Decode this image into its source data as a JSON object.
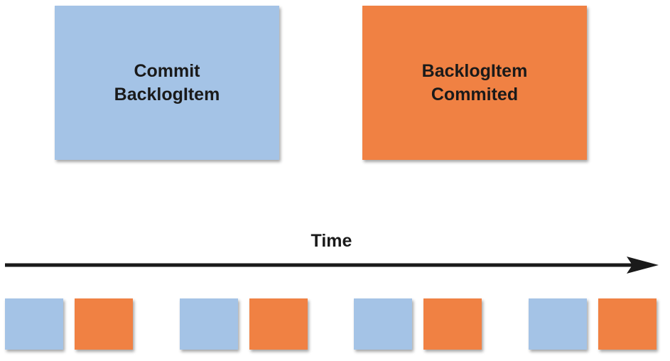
{
  "colors": {
    "command": "#a4c3e6",
    "event": "#f08143",
    "arrow": "#1a1a1a"
  },
  "command_box": {
    "label_line1": "Commit",
    "label_line2": "BacklogItem"
  },
  "event_box": {
    "label_line1": "BacklogItem",
    "label_line2": "Commited"
  },
  "timeline": {
    "label": "Time"
  },
  "stream": {
    "pairs": [
      {
        "command": "command",
        "event": "event"
      },
      {
        "command": "command",
        "event": "event"
      },
      {
        "command": "command",
        "event": "event"
      },
      {
        "command": "command",
        "event": "event"
      }
    ]
  }
}
